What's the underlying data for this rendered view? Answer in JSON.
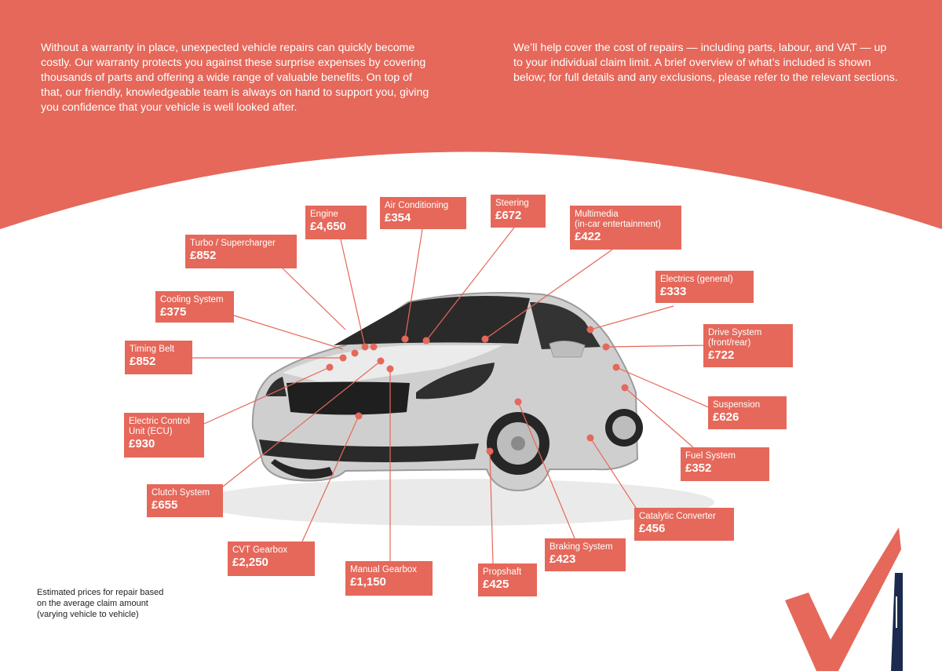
{
  "colors": {
    "brand": "#e5685a",
    "background": "#ffffff",
    "text_dark": "#222222",
    "stripe_navy": "#1b2a4e"
  },
  "intro": {
    "left": "Without a warranty in place, unexpected vehicle repairs can quickly become costly. Our warranty protects you against these surprise expenses by covering thousands of parts and offering a wide range of valuable benefits. On top of that, our friendly, knowledgeable team is always on hand to support you, giving you confidence that your vehicle is well looked after.",
    "right": "We’ll help cover the cost of repairs — including parts, labour, and VAT — up to your individual claim limit. A brief overview of what’s included is shown below; for full details and any exclusions, please refer to the relevant sections."
  },
  "parts": {
    "engine": {
      "label": "Engine",
      "price": "£4,650"
    },
    "air_conditioning": {
      "label": "Air Conditioning",
      "price": "£354"
    },
    "steering": {
      "label": "Steering",
      "price": "£672"
    },
    "multimedia": {
      "label": "Multimedia\n(in-car entertainment)",
      "price": "£422"
    },
    "turbo": {
      "label": "Turbo / Supercharger",
      "price": "£852"
    },
    "electrics": {
      "label": "Electrics (general)",
      "price": "£333"
    },
    "cooling": {
      "label": "Cooling System",
      "price": "£375"
    },
    "drive_system": {
      "label": "Drive System\n(front/rear)",
      "price": "£722"
    },
    "timing_belt": {
      "label": "Timing Belt",
      "price": "£852"
    },
    "suspension": {
      "label": "Suspension",
      "price": "£626"
    },
    "ecu": {
      "label": "Electric Control\nUnit (ECU)",
      "price": "£930"
    },
    "fuel_system": {
      "label": "Fuel System",
      "price": "£352"
    },
    "clutch": {
      "label": "Clutch System",
      "price": "£655"
    },
    "catalytic": {
      "label": "Catalytic Converter",
      "price": "£456"
    },
    "cvt_gearbox": {
      "label": "CVT Gearbox",
      "price": "£2,250"
    },
    "braking": {
      "label": "Braking System",
      "price": "£423"
    },
    "manual_gearbox": {
      "label": "Manual Gearbox",
      "price": "£1,150"
    },
    "propshaft": {
      "label": "Propshaft",
      "price": "£425"
    }
  },
  "footnote": "Estimated prices for repair based on the average claim amount (varying vehicle to vehicle)",
  "icons": {
    "car": "car-image",
    "checkmark": "checkmark-logo-icon"
  }
}
